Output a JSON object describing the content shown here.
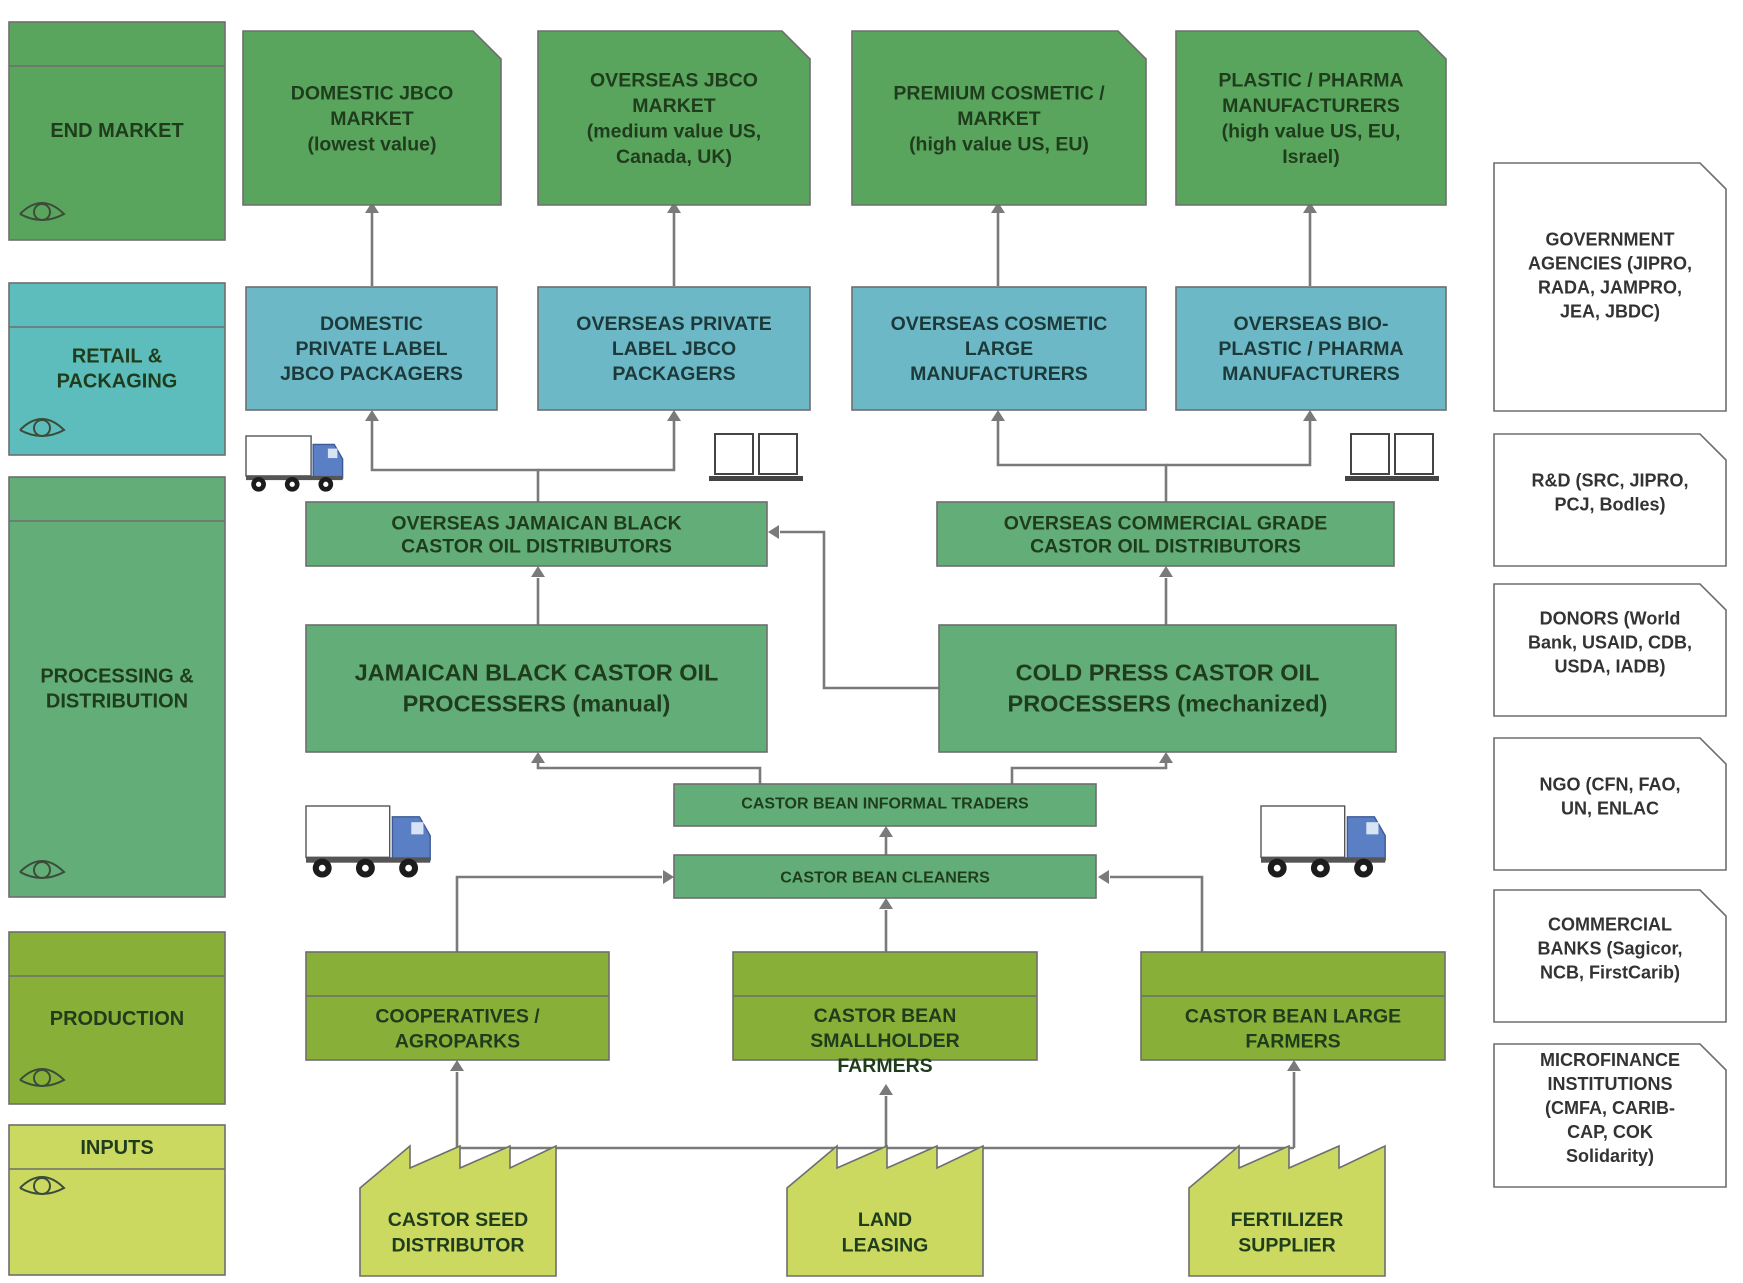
{
  "colors": {
    "end_market": "#5aa55d",
    "retail": "#5dbdbc",
    "retail_box": "#6cb8c6",
    "processing": "#62ad78",
    "production": "#88b038",
    "inputs": "#cbd961",
    "support": "#ffffff",
    "connector": "#7a7a7a",
    "truck_cab": "#5b7fc4"
  },
  "stages": {
    "end_market": "END MARKET",
    "retail": [
      "RETAIL &",
      "PACKAGING"
    ],
    "processing": [
      "PROCESSING &",
      "DISTRIBUTION"
    ],
    "production": "PRODUCTION",
    "inputs": "INPUTS",
    "stage_icon": "eye-icon"
  },
  "end_markets": [
    {
      "id": "domestic",
      "lines": [
        "DOMESTIC JBCO",
        "MARKET",
        "(lowest value)"
      ]
    },
    {
      "id": "overseas",
      "lines": [
        "OVERSEAS JBCO",
        "MARKET",
        "(medium value US,",
        "Canada, UK)"
      ]
    },
    {
      "id": "premium",
      "lines": [
        "PREMIUM COSMETIC /",
        "MARKET",
        "(high value US, EU)"
      ]
    },
    {
      "id": "plastic",
      "lines": [
        "PLASTIC / PHARMA",
        "MANUFACTURERS",
        "(high value US, EU,",
        "Israel)"
      ]
    }
  ],
  "packagers": [
    {
      "id": "domestic-packagers",
      "lines": [
        "DOMESTIC",
        "PRIVATE LABEL",
        "JBCO PACKAGERS"
      ]
    },
    {
      "id": "overseas-packagers",
      "lines": [
        "OVERSEAS PRIVATE",
        "LABEL JBCO",
        "PACKAGERS"
      ]
    },
    {
      "id": "cosmetic-manufacturers",
      "lines": [
        "OVERSEAS COSMETIC",
        "LARGE",
        "MANUFACTURERS"
      ]
    },
    {
      "id": "bioplastic-manufacturers",
      "lines": [
        "OVERSEAS BIO-",
        "PLASTIC / PHARMA",
        "MANUFACTURERS"
      ]
    }
  ],
  "distributors": [
    {
      "id": "jbco-distributors",
      "lines": [
        "OVERSEAS JAMAICAN BLACK",
        "CASTOR OIL DISTRIBUTORS"
      ]
    },
    {
      "id": "commercial-distributors",
      "lines": [
        "OVERSEAS COMMERCIAL GRADE",
        "CASTOR OIL DISTRIBUTORS"
      ]
    }
  ],
  "processors": [
    {
      "id": "jbco-processers",
      "lines": [
        "JAMAICAN BLACK CASTOR OIL",
        "PROCESSERS (manual)"
      ]
    },
    {
      "id": "cold-press-processers",
      "lines": [
        "COLD PRESS CASTOR OIL",
        "PROCESSERS (mechanized)"
      ]
    }
  ],
  "traders": [
    "CASTOR BEAN INFORMAL TRADERS"
  ],
  "cleaners": [
    "CASTOR BEAN CLEANERS"
  ],
  "producers": [
    {
      "id": "cooperatives",
      "lines": [
        "COOPERATIVES /",
        "AGROPARKS"
      ]
    },
    {
      "id": "smallholders",
      "lines": [
        "CASTOR BEAN",
        "SMALLHOLDER",
        "FARMERS"
      ]
    },
    {
      "id": "large-farmers",
      "lines": [
        "CASTOR BEAN LARGE",
        "FARMERS"
      ]
    }
  ],
  "inputs": [
    {
      "id": "seed-distributor",
      "lines": [
        "CASTOR SEED",
        "DISTRIBUTOR"
      ]
    },
    {
      "id": "land-leasing",
      "lines": [
        "LAND",
        "LEASING"
      ]
    },
    {
      "id": "fertilizer-supplier",
      "lines": [
        "FERTILIZER",
        "SUPPLIER"
      ]
    }
  ],
  "supporters": [
    {
      "id": "government",
      "lines": [
        "GOVERNMENT",
        "AGENCIES (JIPRO,",
        "RADA, JAMPRO,",
        "JEA, JBDC)"
      ]
    },
    {
      "id": "rnd",
      "lines": [
        "R&D (SRC, JIPRO,",
        "PCJ, Bodles)"
      ]
    },
    {
      "id": "donors",
      "lines": [
        "DONORS (World",
        "Bank, USAID, CDB,",
        "USDA, IADB)"
      ]
    },
    {
      "id": "ngo",
      "lines": [
        "NGO (CFN, FAO,",
        "UN, ENLAC"
      ]
    },
    {
      "id": "banks",
      "lines": [
        "COMMERCIAL",
        "BANKS (Sagicor,",
        "NCB, FirstCarib)"
      ]
    },
    {
      "id": "microfinance",
      "lines": [
        "MICROFINANCE",
        "INSTITUTIONS",
        "(CMFA, CARIB-",
        "CAP, COK",
        "Solidarity)"
      ]
    }
  ],
  "icons": {
    "truck": "truck-icon",
    "containers": "shipping-containers-icon",
    "factory": "factory-icon"
  }
}
